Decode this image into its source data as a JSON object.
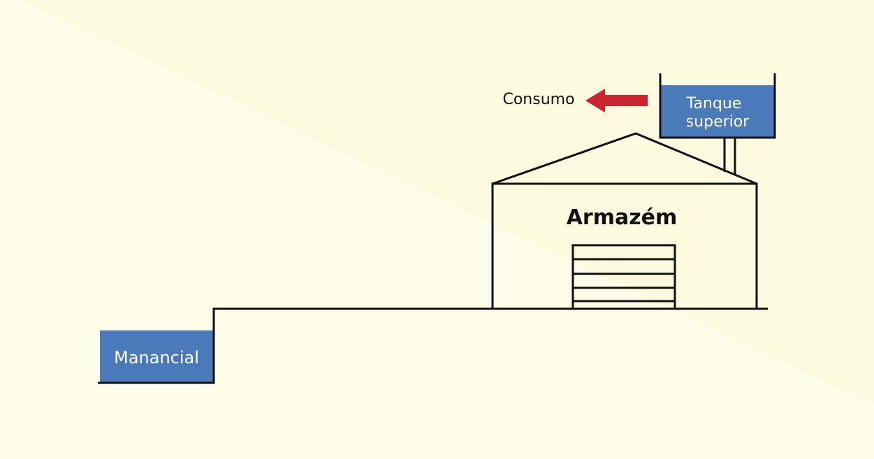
{
  "labels": {
    "manancial": "Manancial",
    "armazem": "Armazém",
    "tanque_line1": "Tanque",
    "tanque_line2": "superior",
    "consumo": "Consumo"
  },
  "colors": {
    "background": "#fdfdea",
    "background_band": "#fcfbe0",
    "water": "#4a7ab9",
    "arrow": "#c9252e",
    "line": "#111111"
  },
  "icons": {
    "flow": "left-arrow"
  }
}
